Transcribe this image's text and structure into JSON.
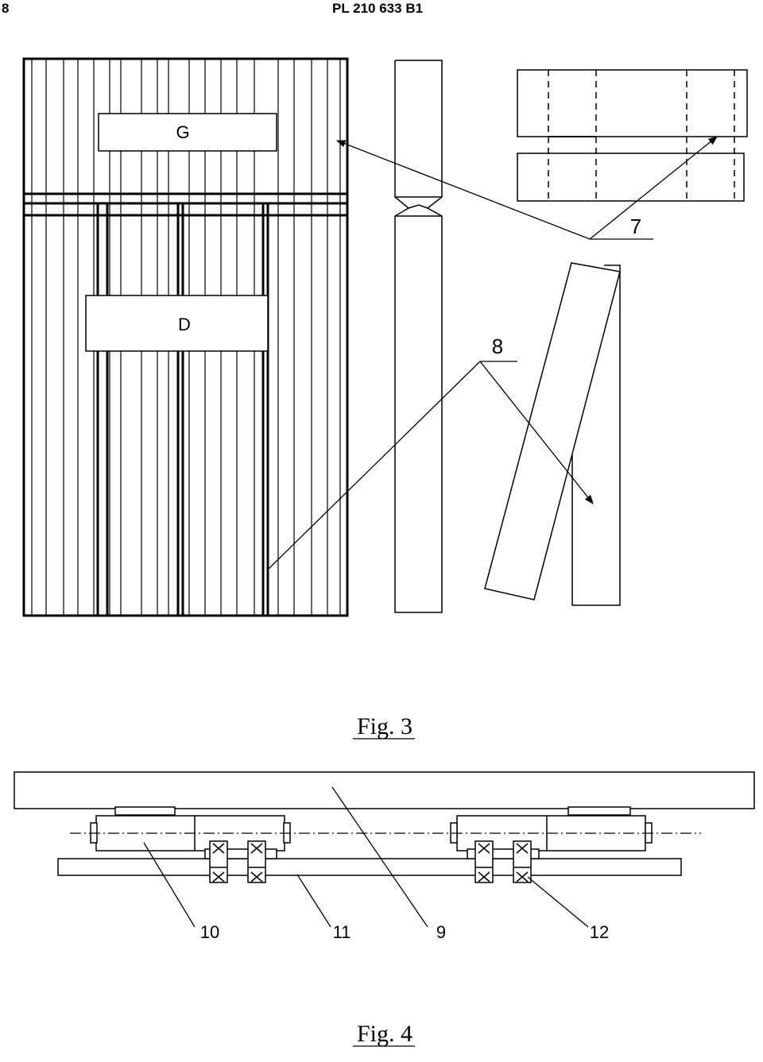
{
  "header": {
    "page_number": "8",
    "document_id": "PL 210 633 B1"
  },
  "figure3": {
    "caption": "Fig. 3",
    "panel_labels": {
      "upper": "G",
      "lower": "D"
    },
    "callouts": {
      "ref_7": "7",
      "ref_8": "8"
    }
  },
  "figure4": {
    "caption": "Fig. 4",
    "callouts": {
      "ref_10": "10",
      "ref_11": "11",
      "ref_9": "9",
      "ref_12": "12"
    }
  }
}
